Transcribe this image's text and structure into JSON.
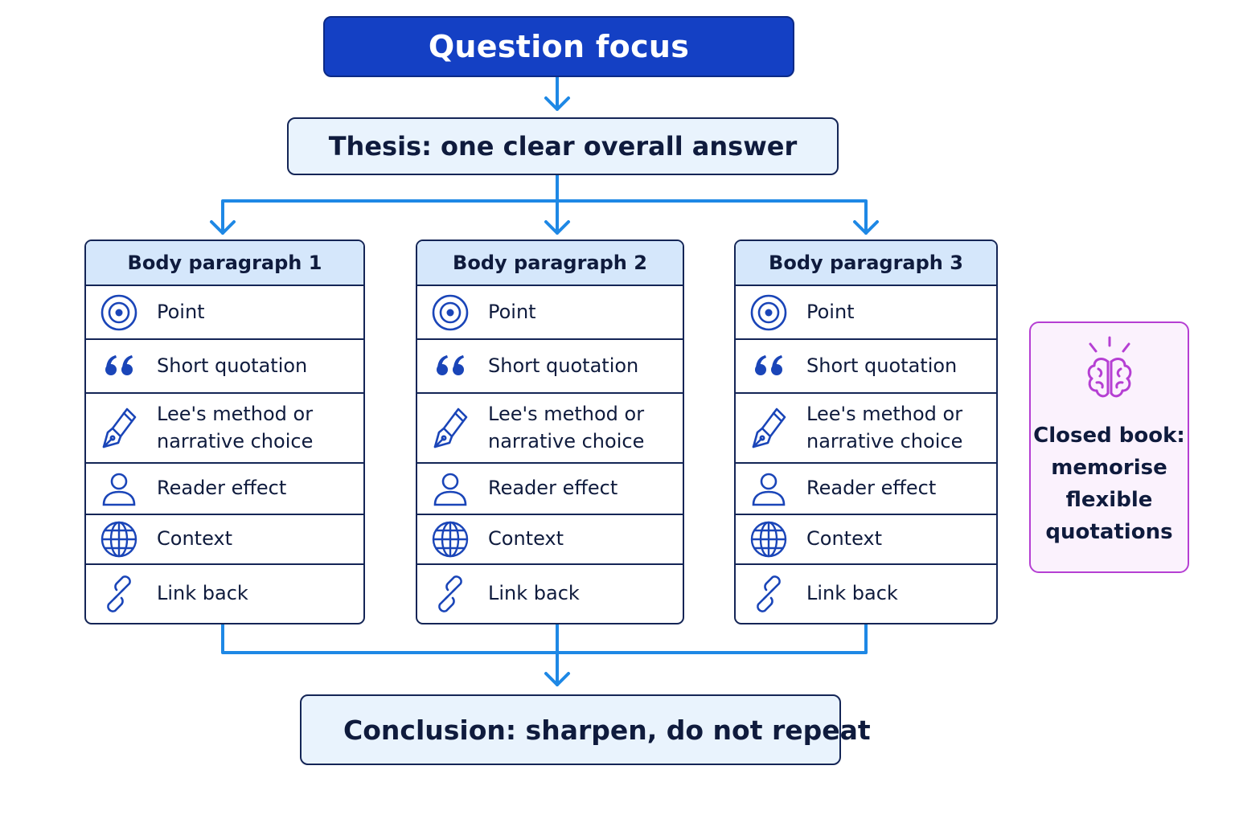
{
  "question": {
    "label": "Question focus"
  },
  "thesis": {
    "label": "Thesis: one clear overall answer"
  },
  "paragraphs": [
    {
      "title": "Body paragraph 1",
      "rows": [
        {
          "icon": "target-icon",
          "label": "Point"
        },
        {
          "icon": "quote-icon",
          "label": "Short quotation"
        },
        {
          "icon": "fountain-pen-icon",
          "label": "Lee's method or\nnarrative choice"
        },
        {
          "icon": "person-icon",
          "label": "Reader effect"
        },
        {
          "icon": "globe-icon",
          "label": "Context"
        },
        {
          "icon": "link-icon",
          "label": "Link back"
        }
      ]
    },
    {
      "title": "Body paragraph 2",
      "rows": [
        {
          "icon": "target-icon",
          "label": "Point"
        },
        {
          "icon": "quote-icon",
          "label": "Short quotation"
        },
        {
          "icon": "fountain-pen-icon",
          "label": "Lee's method or\nnarrative choice"
        },
        {
          "icon": "person-icon",
          "label": "Reader effect"
        },
        {
          "icon": "globe-icon",
          "label": "Context"
        },
        {
          "icon": "link-icon",
          "label": "Link back"
        }
      ]
    },
    {
      "title": "Body paragraph 3",
      "rows": [
        {
          "icon": "target-icon",
          "label": "Point"
        },
        {
          "icon": "quote-icon",
          "label": "Short quotation"
        },
        {
          "icon": "fountain-pen-icon",
          "label": "Lee's method or\nnarrative choice"
        },
        {
          "icon": "person-icon",
          "label": "Reader effect"
        },
        {
          "icon": "globe-icon",
          "label": "Context"
        },
        {
          "icon": "link-icon",
          "label": "Link back"
        }
      ]
    }
  ],
  "memo": {
    "icon": "brain-icon",
    "label": "Closed book:\nmemorise\nflexible\nquotations"
  },
  "conclusion": {
    "icon": "target-icon",
    "label": "Conclusion: sharpen, do not repeat"
  },
  "colors": {
    "question_fill": "#1440c4",
    "connector": "#1e88e5",
    "icon": "#1a45b8",
    "card_header": "#d5e7fb",
    "memo_border": "#b53fd3"
  }
}
